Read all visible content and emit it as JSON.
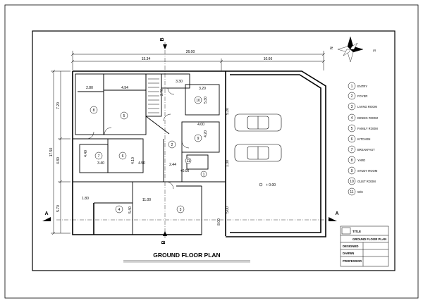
{
  "title": "GROUND FLOOR PLAN",
  "section_markers": {
    "a": "A",
    "b": "B"
  },
  "compass": {
    "n": "N",
    "s": "S"
  },
  "level_label": "+ 0.00",
  "small_level_label": "+0.00",
  "dimensions": {
    "overall_width": "26.00",
    "left_width": "15.34",
    "right_width": "10.66",
    "overall_depth": "17.50",
    "depth_top": "7.20",
    "depth_mid": "4.80",
    "depth_bottom": "5.70",
    "d_280": "2.80",
    "d_494": "4.94",
    "d_330": "3.30",
    "d_320": "3.20",
    "d_530": "5.30",
    "d_270": "2.70",
    "d_520a": "5.20",
    "d_520b": "5.20",
    "d_400": "4.00",
    "d_420": "4.20",
    "d_440": "4.40",
    "d_340": "3.40",
    "d_410": "4.10",
    "d_450": "4.50",
    "d_244": "2.44",
    "d_180": "1.80",
    "d_540": "5.40",
    "d_1100": "11.00",
    "d_130": "1.30",
    "d_800": "8.00",
    "d_500": "5.00"
  },
  "room_areas": [
    {
      "num": "1",
      "area": ""
    },
    {
      "num": "2",
      "area": ""
    }
  ],
  "room_numbers": [
    "1",
    "2",
    "3",
    "4",
    "5",
    "6",
    "7",
    "8",
    "9",
    "10",
    "11"
  ],
  "legend": [
    {
      "num": "1",
      "label": "ENTRY"
    },
    {
      "num": "2",
      "label": "FOYER"
    },
    {
      "num": "3",
      "label": "LIVING ROOM"
    },
    {
      "num": "4",
      "label": "DINING ROOM"
    },
    {
      "num": "5",
      "label": "FAMILY ROOM"
    },
    {
      "num": "6",
      "label": "KITCHEN"
    },
    {
      "num": "7",
      "label": "BREAKFAST"
    },
    {
      "num": "8",
      "label": "YARD"
    },
    {
      "num": "9",
      "label": "STUDY ROOM"
    },
    {
      "num": "10",
      "label": "GUST ROOM"
    },
    {
      "num": "11",
      "label": "W/C"
    }
  ],
  "title_block": {
    "sheet_title": "GROUND FLOOR PLAN",
    "sheet_no": "TITLE",
    "designed": "DESIGNED",
    "drawn": "DARWN",
    "professor": "PROFESSOR"
  }
}
